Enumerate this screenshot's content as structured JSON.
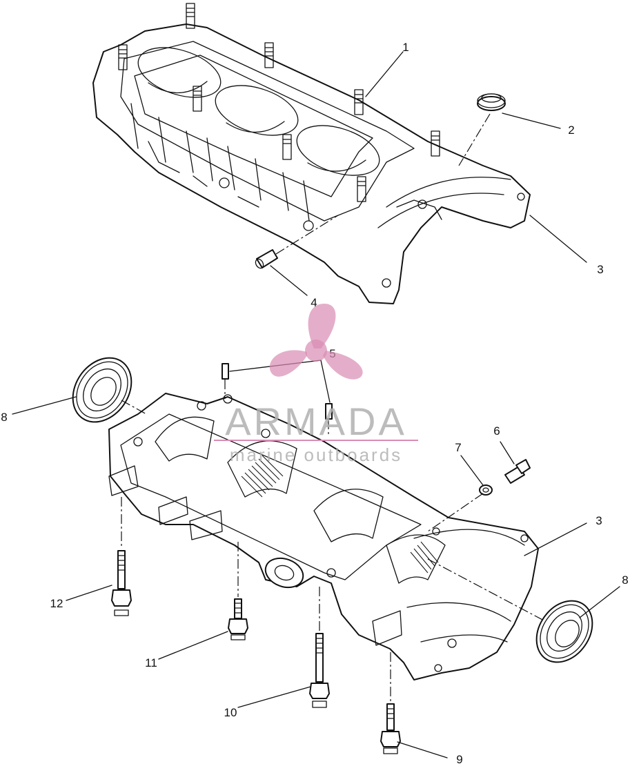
{
  "diagram": {
    "callouts": [
      "1",
      "2",
      "3",
      "4",
      "5",
      "6",
      "7",
      "8",
      "9",
      "10",
      "11",
      "12"
    ]
  },
  "watermark": {
    "brand": "ARMADA",
    "tagline": "marine outboards",
    "accent_color": "#d98bb4",
    "line_color": "#d98bb4",
    "text_color": "#b0b0b0"
  }
}
